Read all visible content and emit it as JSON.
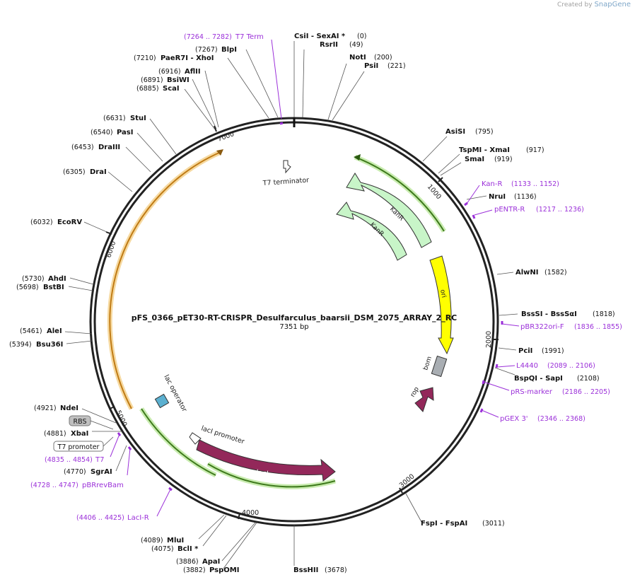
{
  "credit": {
    "prefix": "Created by",
    "brand": "SnapGene"
  },
  "plasmid": {
    "name": "pFS_0366_pET30-RT-CRISPR_Desulfarculus_baarsii_DSM_2075_ARRAY_2_RC",
    "size_label": "7351 bp",
    "length": 7351
  },
  "ticks": [
    "1000",
    "2000",
    "3000",
    "4000",
    "5000",
    "6000",
    "7000"
  ],
  "sites": [
    {
      "name": "CsiI  - SexAI *",
      "pos": "(0)"
    },
    {
      "name": "RsrII",
      "pos": "(49)"
    },
    {
      "name": "NotI",
      "pos": "(200)"
    },
    {
      "name": "PsiI",
      "pos": "(221)"
    },
    {
      "name": "AsiSI",
      "pos": "(795)"
    },
    {
      "name": "TspMI  - XmaI",
      "pos": "(917)"
    },
    {
      "name": "SmaI",
      "pos": "(919)"
    },
    {
      "name": "NruI",
      "pos": "(1136)"
    },
    {
      "name": "AlwNI",
      "pos": "(1582)"
    },
    {
      "name": "BssSI  - BssSαI",
      "pos": "(1818)"
    },
    {
      "name": "PciI",
      "pos": "(1991)"
    },
    {
      "name": "BspQI  - SapI",
      "pos": "(2108)"
    },
    {
      "name": "FspI  - FspAI",
      "pos": "(3011)"
    },
    {
      "name": "BssHII",
      "pos": "(3678)"
    },
    {
      "name": "PspOMI",
      "pos": "(3882)"
    },
    {
      "name": "ApaI",
      "pos": "(3886)"
    },
    {
      "name": "BclI *",
      "pos": "(4075)"
    },
    {
      "name": "MluI",
      "pos": "(4089)"
    },
    {
      "name": "SgrAI",
      "pos": "(4770)"
    },
    {
      "name": "XbaI",
      "pos": "(4881)"
    },
    {
      "name": "NdeI",
      "pos": "(4921)"
    },
    {
      "name": "Bsu36I",
      "pos": "(5394)"
    },
    {
      "name": "AleI",
      "pos": "(5461)"
    },
    {
      "name": "BstBI",
      "pos": "(5698)"
    },
    {
      "name": "AhdI",
      "pos": "(5730)"
    },
    {
      "name": "EcoRV",
      "pos": "(6032)"
    },
    {
      "name": "DraI",
      "pos": "(6305)"
    },
    {
      "name": "DraIII",
      "pos": "(6453)"
    },
    {
      "name": "PasI",
      "pos": "(6540)"
    },
    {
      "name": "StuI",
      "pos": "(6631)"
    },
    {
      "name": "ScaI",
      "pos": "(6885)"
    },
    {
      "name": "BsiWI",
      "pos": "(6891)"
    },
    {
      "name": "AflII",
      "pos": "(6916)"
    },
    {
      "name": "PaeR7I  - XhoI",
      "pos": "(7210)"
    },
    {
      "name": "BlpI",
      "pos": "(7267)"
    }
  ],
  "primers": [
    {
      "name": "T7 Term",
      "range": "(7264 .. 7282)"
    },
    {
      "name": "Kan-R",
      "range": "(1133 .. 1152)"
    },
    {
      "name": "pENTR-R",
      "range": "(1217 .. 1236)"
    },
    {
      "name": "pBR322ori-F",
      "range": "(1836 .. 1855)"
    },
    {
      "name": "L4440",
      "range": "(2089 .. 2106)"
    },
    {
      "name": "pRS-marker",
      "range": "(2186 .. 2205)"
    },
    {
      "name": "pGEX 3'",
      "range": "(2346 .. 2368)"
    },
    {
      "name": "LacI-R",
      "range": "(4406 .. 4425)"
    },
    {
      "name": "pBRrevBam",
      "range": "(4728 .. 4747)"
    },
    {
      "name": "T7",
      "range": "(4835 .. 4854)"
    }
  ],
  "boxed_features": {
    "rbs": "RBS",
    "t7_promoter": "T7 promoter"
  },
  "features": {
    "t7_terminator": "T7 terminator",
    "kanr_1": "KanR",
    "kanr_2": "KanR",
    "ori": "ori",
    "bom": "bom",
    "rop": "rop",
    "laci": "lacI",
    "laci_promoter": "lacI promoter",
    "lac_operator": "lac operator"
  },
  "colors": {
    "backbone": "#222222",
    "primer": "#9b30d9",
    "kanr_fill": "#c8f5c8",
    "ori_fill": "#ffff00",
    "bom_fill": "#a9aeb3",
    "laci_fill": "#93285a",
    "highlight_green": "#72c23a",
    "highlight_orange": "#e0a030"
  }
}
